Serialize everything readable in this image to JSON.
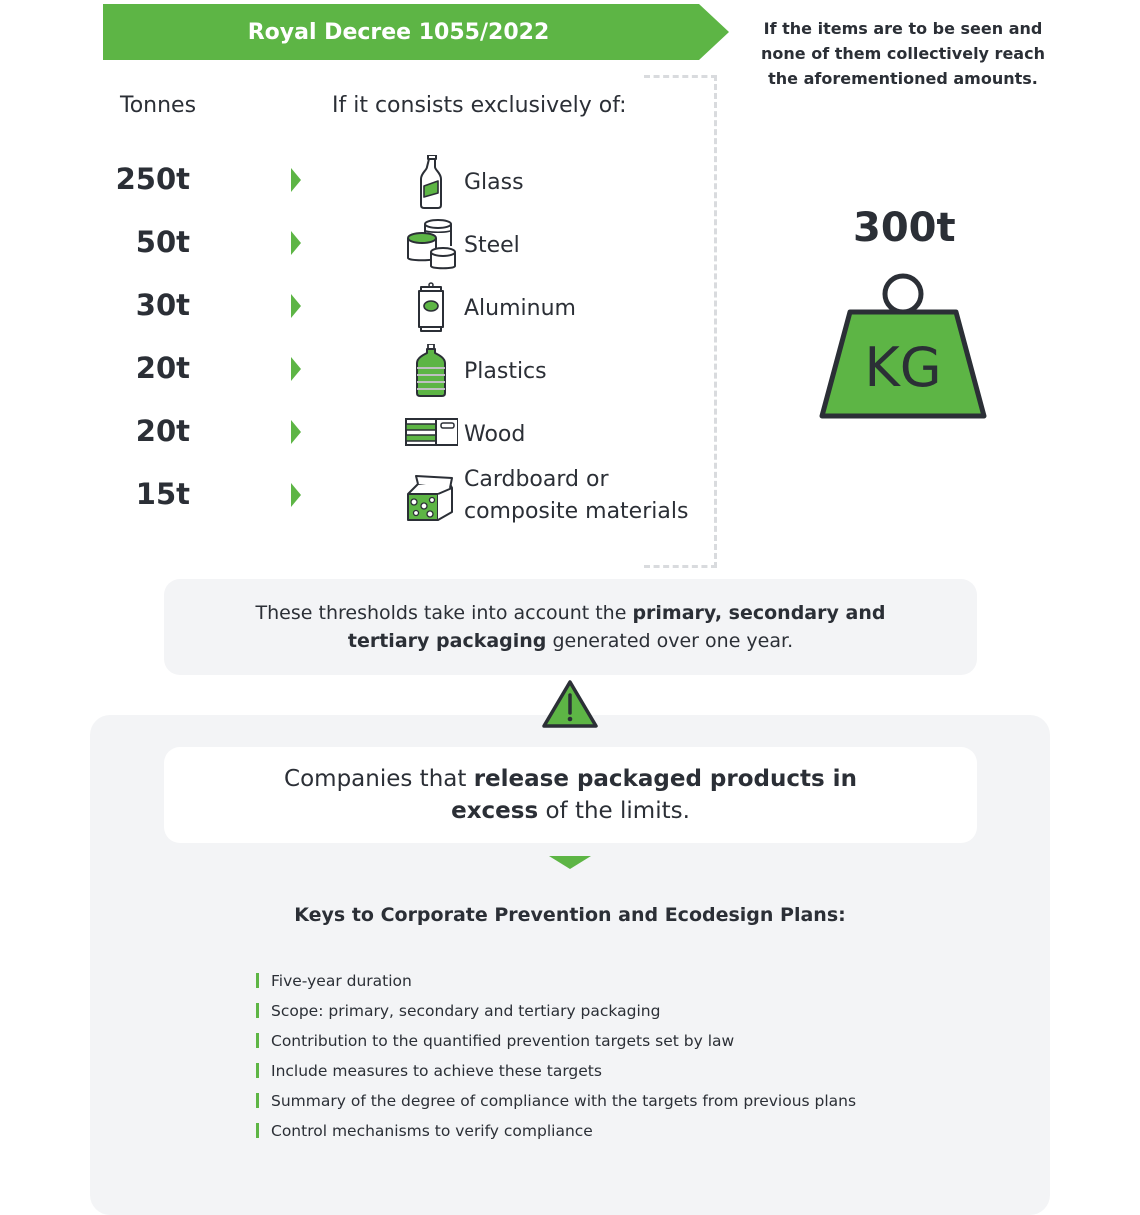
{
  "banner": {
    "title": "Royal Decree 1055/2022"
  },
  "note": "If the items are to be seen and none of them collectively reach the aforementioned amounts.",
  "headers": {
    "tonnes": "Tonnes",
    "consists": "If it consists exclusively of:"
  },
  "materials": [
    {
      "value": "250t",
      "label": "Glass",
      "icon": "glass-bottle-icon"
    },
    {
      "value": "50t",
      "label": "Steel",
      "icon": "steel-cans-icon"
    },
    {
      "value": "30t",
      "label": "Aluminum",
      "icon": "aluminum-can-icon"
    },
    {
      "value": "20t",
      "label": "Plastics",
      "icon": "plastic-bottle-icon"
    },
    {
      "value": "20t",
      "label": "Wood",
      "icon": "wood-crate-icon"
    },
    {
      "value": "15t",
      "label": "Cardboard or composite materials",
      "label_line1": "Cardboard or",
      "label_line2": "composite materials",
      "icon": "cardboard-box-icon"
    }
  ],
  "weight": {
    "value": "300t",
    "unit": "KG",
    "icon": "weight-icon"
  },
  "thresholds": {
    "text_before": "These thresholds take into account the ",
    "text_bold": "primary, secondary and tertiary packaging",
    "text_after": " generated over one year."
  },
  "companies": {
    "text_before": "Companies that ",
    "text_bold": "release packaged products in excess",
    "text_after": " of the limits."
  },
  "keys": {
    "title": "Keys to Corporate Prevention and Ecodesign Plans:",
    "items": [
      "Five-year duration",
      "Scope: primary, secondary and tertiary packaging",
      "Contribution to the quantified prevention targets set by law",
      "Include measures to achieve these targets",
      "Summary of the degree of compliance with the targets from previous plans",
      "Control mechanisms to verify compliance"
    ]
  },
  "colors": {
    "accent": "#5db545",
    "text": "#2b2f36",
    "panel": "#f3f4f6",
    "dashed": "#d9dbde"
  }
}
